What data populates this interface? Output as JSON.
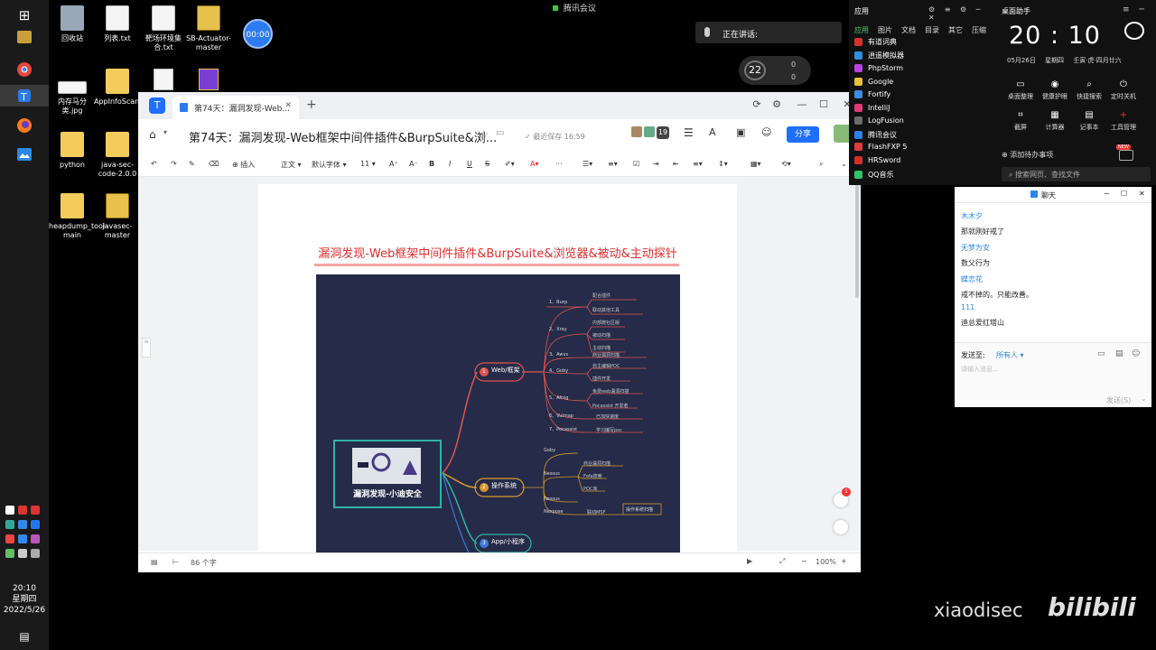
{
  "taskbar": {
    "time": "20:10",
    "weekday": "星期四",
    "date": "2022/5/26"
  },
  "desktop_icons": [
    {
      "label": "回收站",
      "type": "bin"
    },
    {
      "label": "列表.txt",
      "type": "file"
    },
    {
      "label": "靶场环境集合.txt",
      "type": "file"
    },
    {
      "label": "SB-Actuator-master",
      "type": "zip"
    },
    {
      "label": "00:00",
      "type": "timer"
    },
    {
      "label": "内存马分类.jpg",
      "type": "file"
    },
    {
      "label": "AppInfoScanner",
      "type": "folder"
    },
    {
      "label": "python",
      "type": "folder"
    },
    {
      "label": "java-sec-code-2.0.0",
      "type": "folder"
    },
    {
      "label": "heapdump_tool-main",
      "type": "folder"
    },
    {
      "label": "javasec-master",
      "type": "zip"
    }
  ],
  "meeting": {
    "app_name": "腾讯会议",
    "speaking_label": "正在讲话:",
    "cpu": "22",
    "net_up": "0",
    "net_down": "0"
  },
  "editor": {
    "tab_title": "第74天：漏洞发现-Web...",
    "doc_title": "第74天：漏洞发现-Web框架中间件插件&BurpSuite&浏...",
    "autosave": "最近保存 16:59",
    "collab_count": "19",
    "share_label": "分享",
    "toolbar": {
      "insert": "插入",
      "style": "正文",
      "font": "默认字体",
      "size": "11"
    },
    "page_heading": "漏洞发现-Web框架中间件插件&BurpSuite&浏览器&被动&主动探针",
    "status_word_count": "86 个字",
    "zoom": "100%",
    "badge_count": "1"
  },
  "mindmap": {
    "root": "漏洞发现-小迪安全",
    "branches": [
      {
        "label": "Web/框架",
        "num": "1"
      },
      {
        "label": "操作系统",
        "num": "2"
      },
      {
        "label": "App/小程序",
        "num": "3"
      }
    ],
    "web_items": [
      "1、Burp",
      "2、Xray",
      "3、Awvs",
      "4、Goby",
      "5、Afrog",
      "6、Vulmap",
      "7、Pocassist"
    ],
    "web_notes": [
      "配合插件",
      "联动其他工具",
      "内部爬社区版",
      "被动扫描",
      "主动扫描",
      "商业漏洞扫描",
      "自主编辑POC",
      "插件开发",
      "免费web漏洞扫描",
      "Pocassist 开发者",
      "已加快速度",
      "学习编写poc"
    ],
    "os_items": [
      "Goby",
      "Nessus",
      "Nexpose"
    ],
    "os_notes": [
      "商业漏洞扫描",
      "Fofa搜索",
      "POC库",
      "联动MSF"
    ],
    "os_nested": [
      "Nessus",
      "操作系统扫描"
    ]
  },
  "appmenu": {
    "header": "应用",
    "tabs": [
      "应用",
      "图片",
      "文档",
      "目录",
      "其它",
      "压缩"
    ],
    "apps": [
      {
        "name": "有道词典",
        "color": "#d8322b"
      },
      {
        "name": "逍遥模拟器",
        "color": "#2f8fe0"
      },
      {
        "name": "PhpStorm",
        "color": "#b845e3"
      },
      {
        "name": "Google",
        "color": "#e8c23b"
      },
      {
        "name": "Fortify",
        "color": "#3b8de0"
      },
      {
        "name": "IntelliJ",
        "color": "#e03a7a"
      },
      {
        "name": "LogFusion",
        "color": "#6c6c6c"
      },
      {
        "name": "腾讯会议",
        "color": "#2f7fe8"
      },
      {
        "name": "FlashFXP 5",
        "color": "#e13b3b"
      },
      {
        "name": "HRSword",
        "color": "#d23030"
      },
      {
        "name": "QQ音乐",
        "color": "#32c26b"
      }
    ]
  },
  "assistant": {
    "title": "桌面助手",
    "time": "20 : 10",
    "date": "05月26日",
    "weekday": "星期四",
    "lunar": "壬寅·虎·四月廿六",
    "tools_row1": [
      "桌面整理",
      "健康护眼",
      "快捷搜索",
      "定时关机"
    ],
    "tools_row2": [
      "截屏",
      "计算器",
      "记事本",
      "工具管理"
    ],
    "todo": "添加待办事项",
    "search_placeholder": "搜索网页、查找文件",
    "new_badge": "NEW"
  },
  "chat": {
    "title": "聊天",
    "messages": [
      {
        "name": "木木夕",
        "text": "那就刚好戒了"
      },
      {
        "name": "无梦为安",
        "text": "数父行为"
      },
      {
        "name": "蝶恋花",
        "text": "戒不掉的。只能改善。"
      },
      {
        "name": "111",
        "text": "迪总爱红塔山"
      }
    ],
    "send_to_label": "发送至:",
    "send_to_value": "所有人",
    "input_placeholder": "请输入消息...",
    "send_button": "发送(S)"
  },
  "watermark": {
    "text": "xiaodisec",
    "logo": "bilibili"
  },
  "colors": {
    "accent": "#1e6fff",
    "heading_red": "#e02d2d",
    "mindmap_bg": "#252b48",
    "chat_name_blue": "#2c86e8"
  }
}
